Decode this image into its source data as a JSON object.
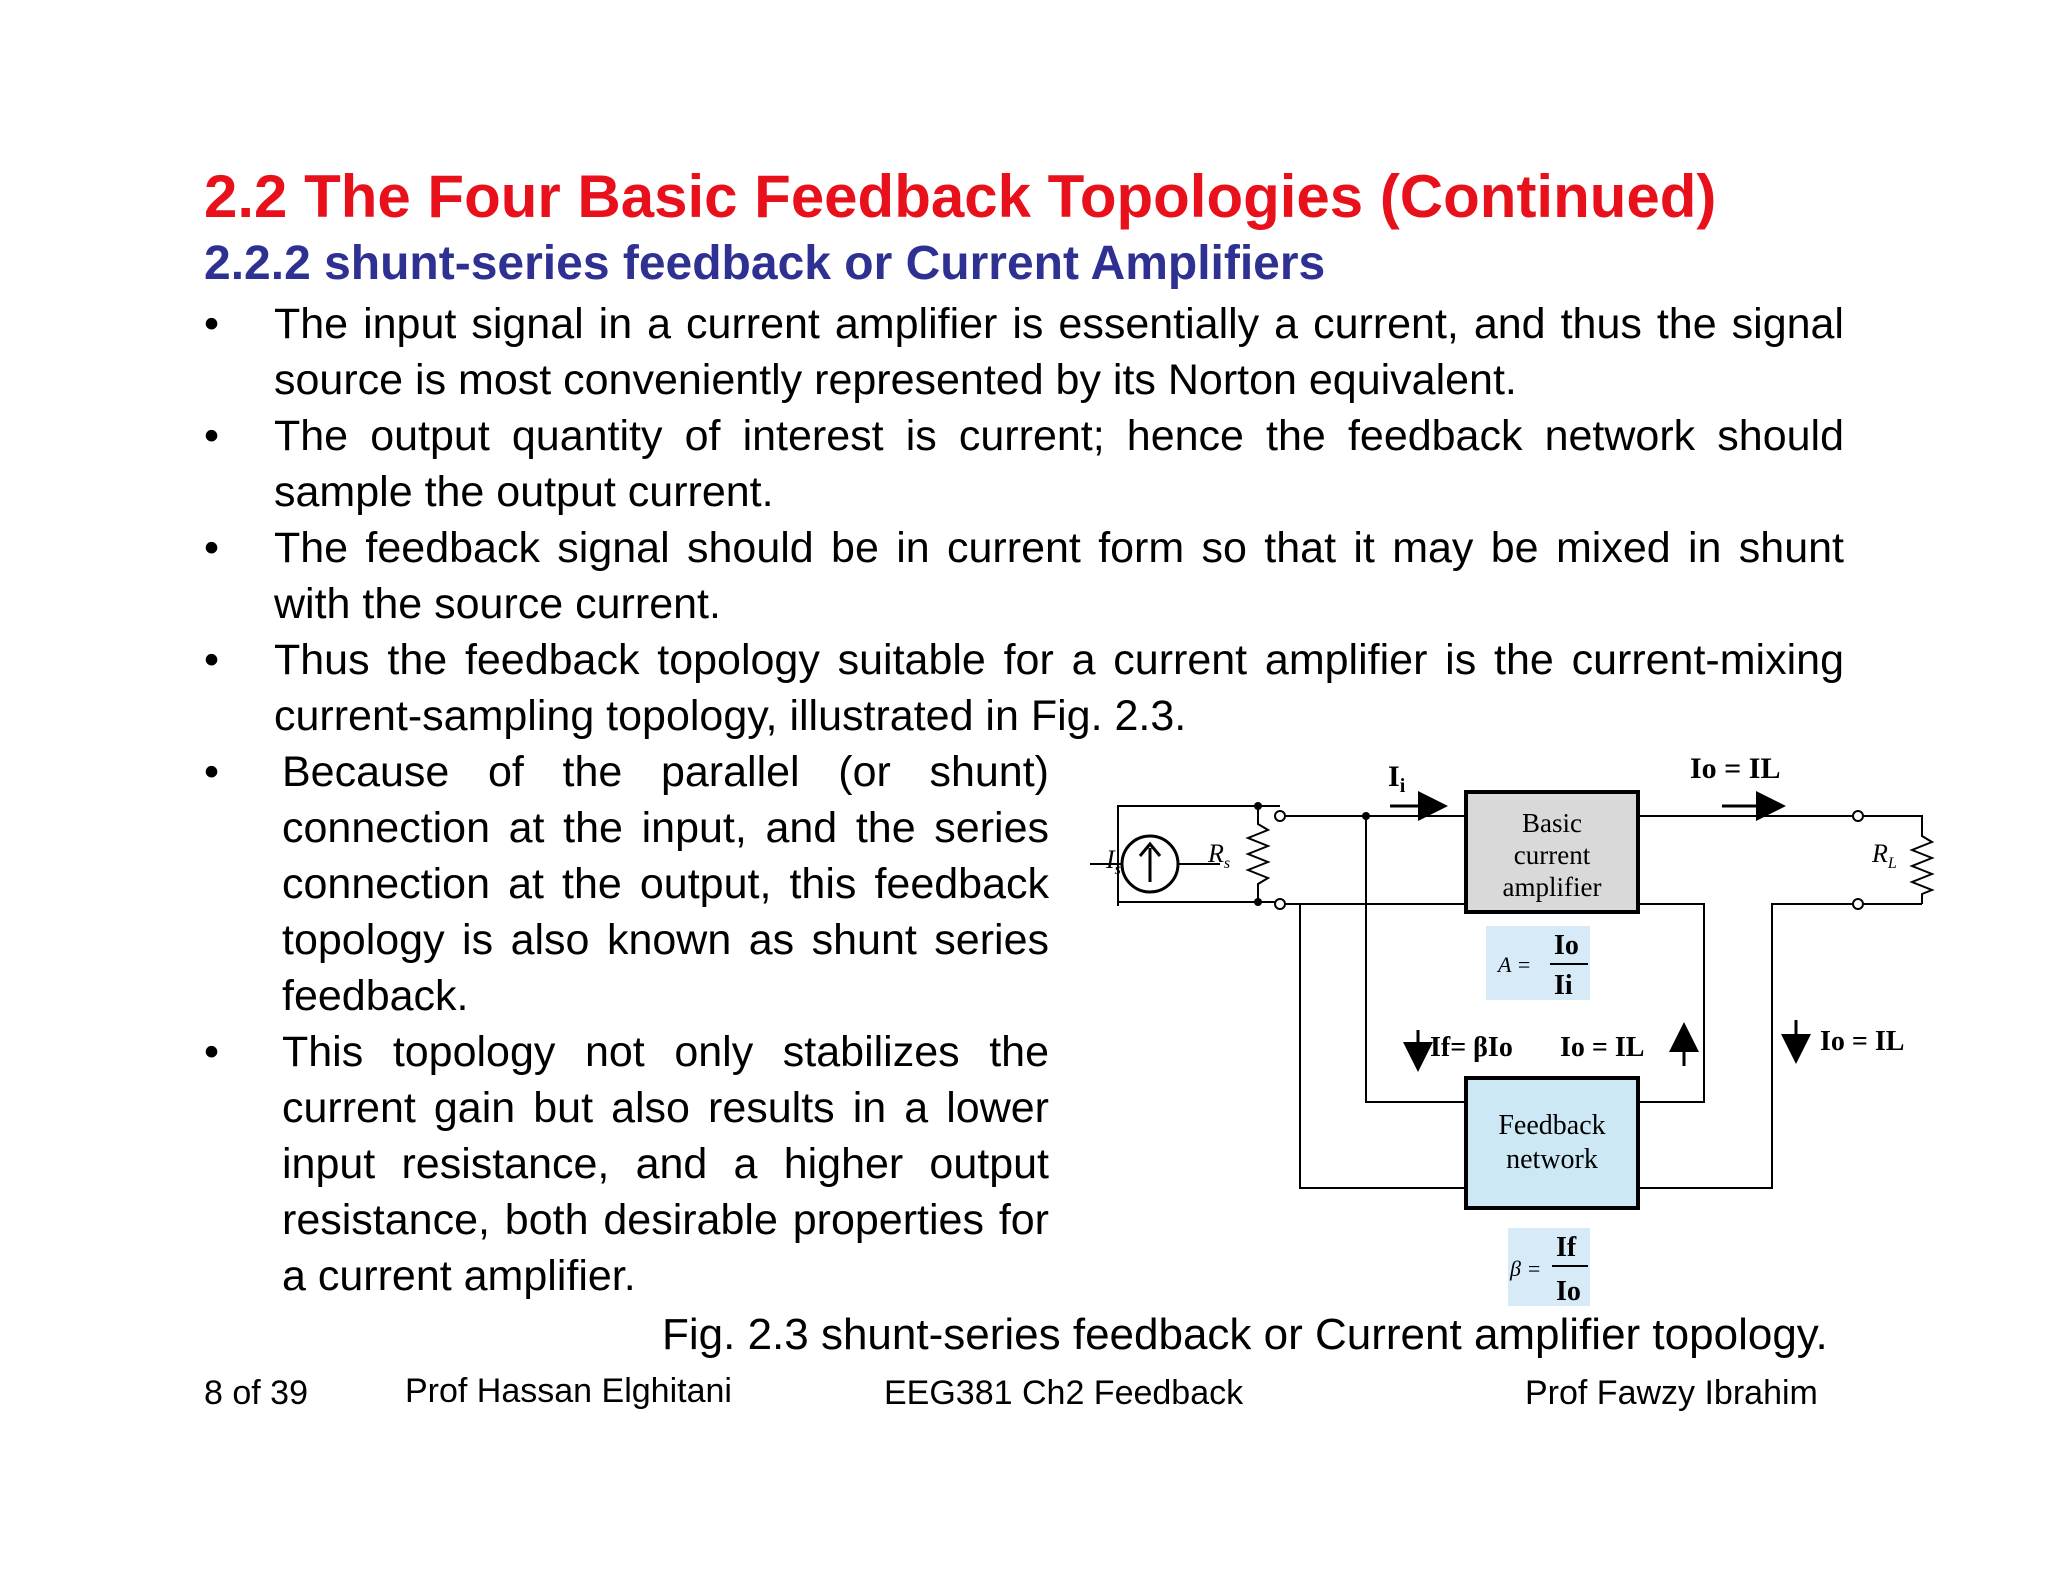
{
  "slide": {
    "title": "2.2 The Four Basic Feedback Topologies (Continued)",
    "subtitle": "2.2.2 shunt-series feedback or Current Amplifiers",
    "bullets_full": [
      "The input signal in a current amplifier is essentially a current, and thus the signal source is most conveniently represented by its Norton equivalent.",
      "The output quantity of interest is current; hence the feedback network should sample the output current.",
      "The feedback signal should be in current form so that it may be mixed in shunt with the source current.",
      "Thus the feedback topology suitable for a current amplifier is the current-mixing current-sampling topology, illustrated in Fig. 2.3."
    ],
    "bullets_narrow": [
      "Because of the parallel (or shunt) connection at the input, and the series connection at the output, this feedback topology is also known as shunt series feedback.",
      "This topology not only stabilizes the current gain but also results in a lower input resistance, and a higher output resistance, both desirable properties for a current amplifier."
    ],
    "bullet_symbol": "•",
    "caption": "Fig. 2.3 shunt-series feedback or Current amplifier topology."
  },
  "footer": {
    "page": "8 of 39",
    "author1": "Prof  Hassan Elghitani",
    "course": "EEG381  Ch2 Feedback",
    "author2": "Prof  Fawzy Ibrahim"
  },
  "diagram": {
    "amp_line1": "Basic",
    "amp_line2": "current",
    "amp_line3": "amplifier",
    "fb_line1": "Feedback",
    "fb_line2": "network",
    "source_label": "I",
    "source_sub": "s",
    "rs_label": "R",
    "rs_sub": "s",
    "rl_label": "R",
    "rl_sub": "L",
    "ii_label": "I",
    "ii_sub": "i",
    "io_il_top": "Io = IL",
    "a_prefix": "A =",
    "a_num": "Io",
    "a_den": "Ii",
    "if_label": "If= βIo",
    "io_il_mid": "Io = IL",
    "io_il_right": "Io = IL",
    "b_prefix": "β =",
    "b_num": "If",
    "b_den": "Io"
  },
  "colors": {
    "title": "#e8111b",
    "subtitle": "#2e3192",
    "amp_box_fill": "#d9d9d9",
    "feedback_box_fill": "#cce8f4",
    "formula_highlight": "#d7eaf8"
  }
}
